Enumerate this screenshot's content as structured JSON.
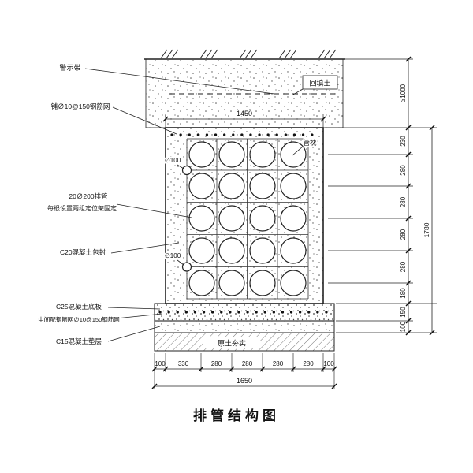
{
  "title": "排管结构图",
  "annotations": {
    "warning_tape": "警示带",
    "top_mesh": "铺∅10@150钢筋网",
    "pipes_line1": "20∅200排管",
    "pipes_line2": "每根设置两组定位架固定",
    "encasement": "C20混凝土包封",
    "base_slab": "C25混凝土底板",
    "slab_mesh": "中间配钢筋网∅10@150钢筋网",
    "cushion": "C15混凝土垫层",
    "backfill": "回填土",
    "pipe_pillow": "管枕",
    "spacer_dia_upper": "∅100",
    "spacer_dia_lower": "∅100",
    "subsoil": "原土夯实"
  },
  "dimensions": {
    "top_width": "1450",
    "bottom_segments": [
      "100",
      "330",
      "280",
      "280",
      "280",
      "280",
      "100"
    ],
    "bottom_total": "1650",
    "right_cover_depth": "≥1000",
    "right_segments": [
      "230",
      "280",
      "280",
      "280",
      "280",
      "180",
      "150",
      "100"
    ],
    "right_total": "1780"
  },
  "drawing": {
    "pipe_grid": {
      "columns": 4,
      "rows": 5
    }
  }
}
